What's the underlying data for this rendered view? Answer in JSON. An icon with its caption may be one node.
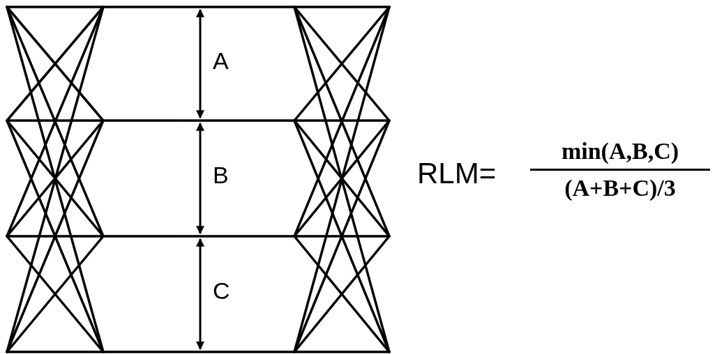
{
  "diagram": {
    "labels": [
      "A",
      "B",
      "C",
      "RLM=",
      "min(A,B,C)",
      "(A+B+C)/3"
    ]
  }
}
